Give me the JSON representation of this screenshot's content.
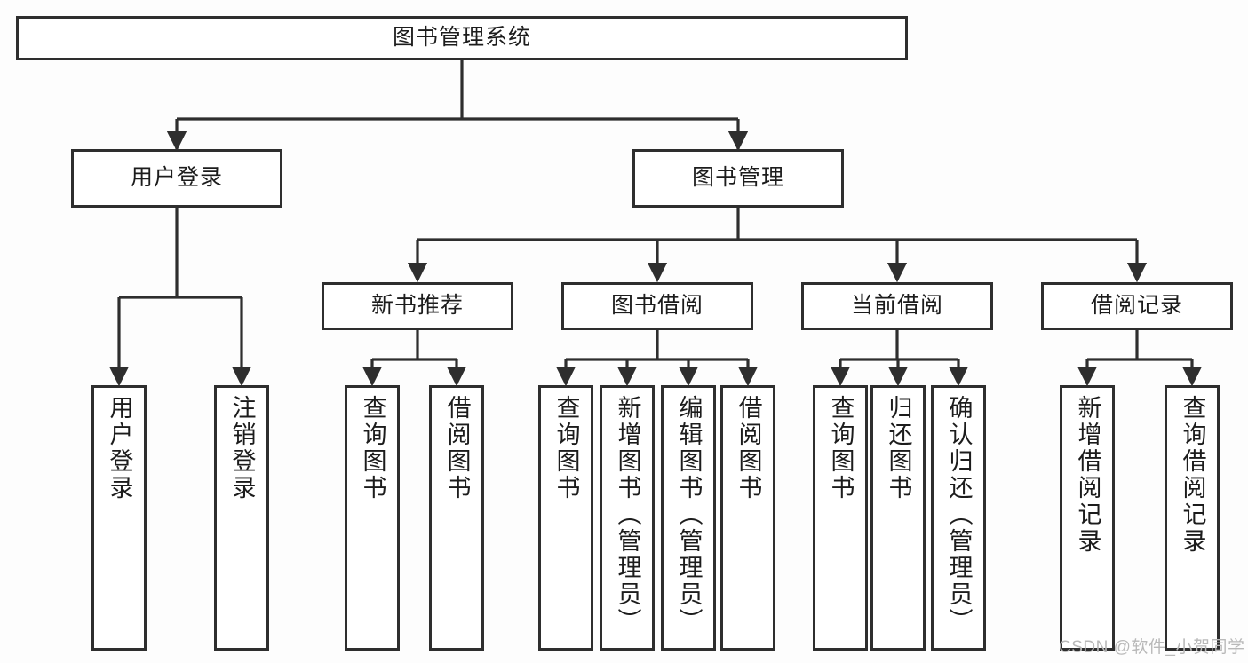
{
  "diagram": {
    "title": "图书管理系统",
    "type": "功能结构图",
    "background_color": "#fdfdfd",
    "line_color": "#2e2e2e",
    "box_fill_color": "#ffffff",
    "text_color": "#1c1c1c"
  },
  "root": {
    "label": "图书管理系统"
  },
  "level2": [
    {
      "label": "用户登录"
    },
    {
      "label": "图书管理"
    }
  ],
  "level3": [
    {
      "label": "新书推荐"
    },
    {
      "label": "图书借阅"
    },
    {
      "label": "当前借阅"
    },
    {
      "label": "借阅记录"
    }
  ],
  "leaves": {
    "user_login": [
      {
        "label": "用户登录"
      },
      {
        "label": "注销登录"
      }
    ],
    "new_book_recommend": [
      {
        "label": "查询图书"
      },
      {
        "label": "借阅图书"
      }
    ],
    "book_borrow": [
      {
        "label": "查询图书"
      },
      {
        "label": "新增图书（管理员）"
      },
      {
        "label": "编辑图书（管理员）"
      },
      {
        "label": "借阅图书"
      }
    ],
    "current_borrow": [
      {
        "label": "查询图书"
      },
      {
        "label": "归还图书"
      },
      {
        "label": "确认归还（管理员）"
      }
    ],
    "borrow_record": [
      {
        "label": "新增借阅记录"
      },
      {
        "label": "查询借阅记录"
      }
    ]
  },
  "watermark": {
    "text": "CSDN @软件_小贺同学"
  }
}
